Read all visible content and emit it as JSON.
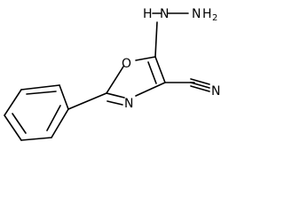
{
  "molecule": {
    "atoms": {
      "hydrazine_h": "H",
      "hydrazine_n1": "N",
      "hydrazine_n2": "N",
      "hydrazine_h2": "H",
      "hydrazine_h2_count": "2",
      "ring_oxygen": "O",
      "ring_nitrogen": "N",
      "nitrile_nitrogen": "N"
    }
  }
}
